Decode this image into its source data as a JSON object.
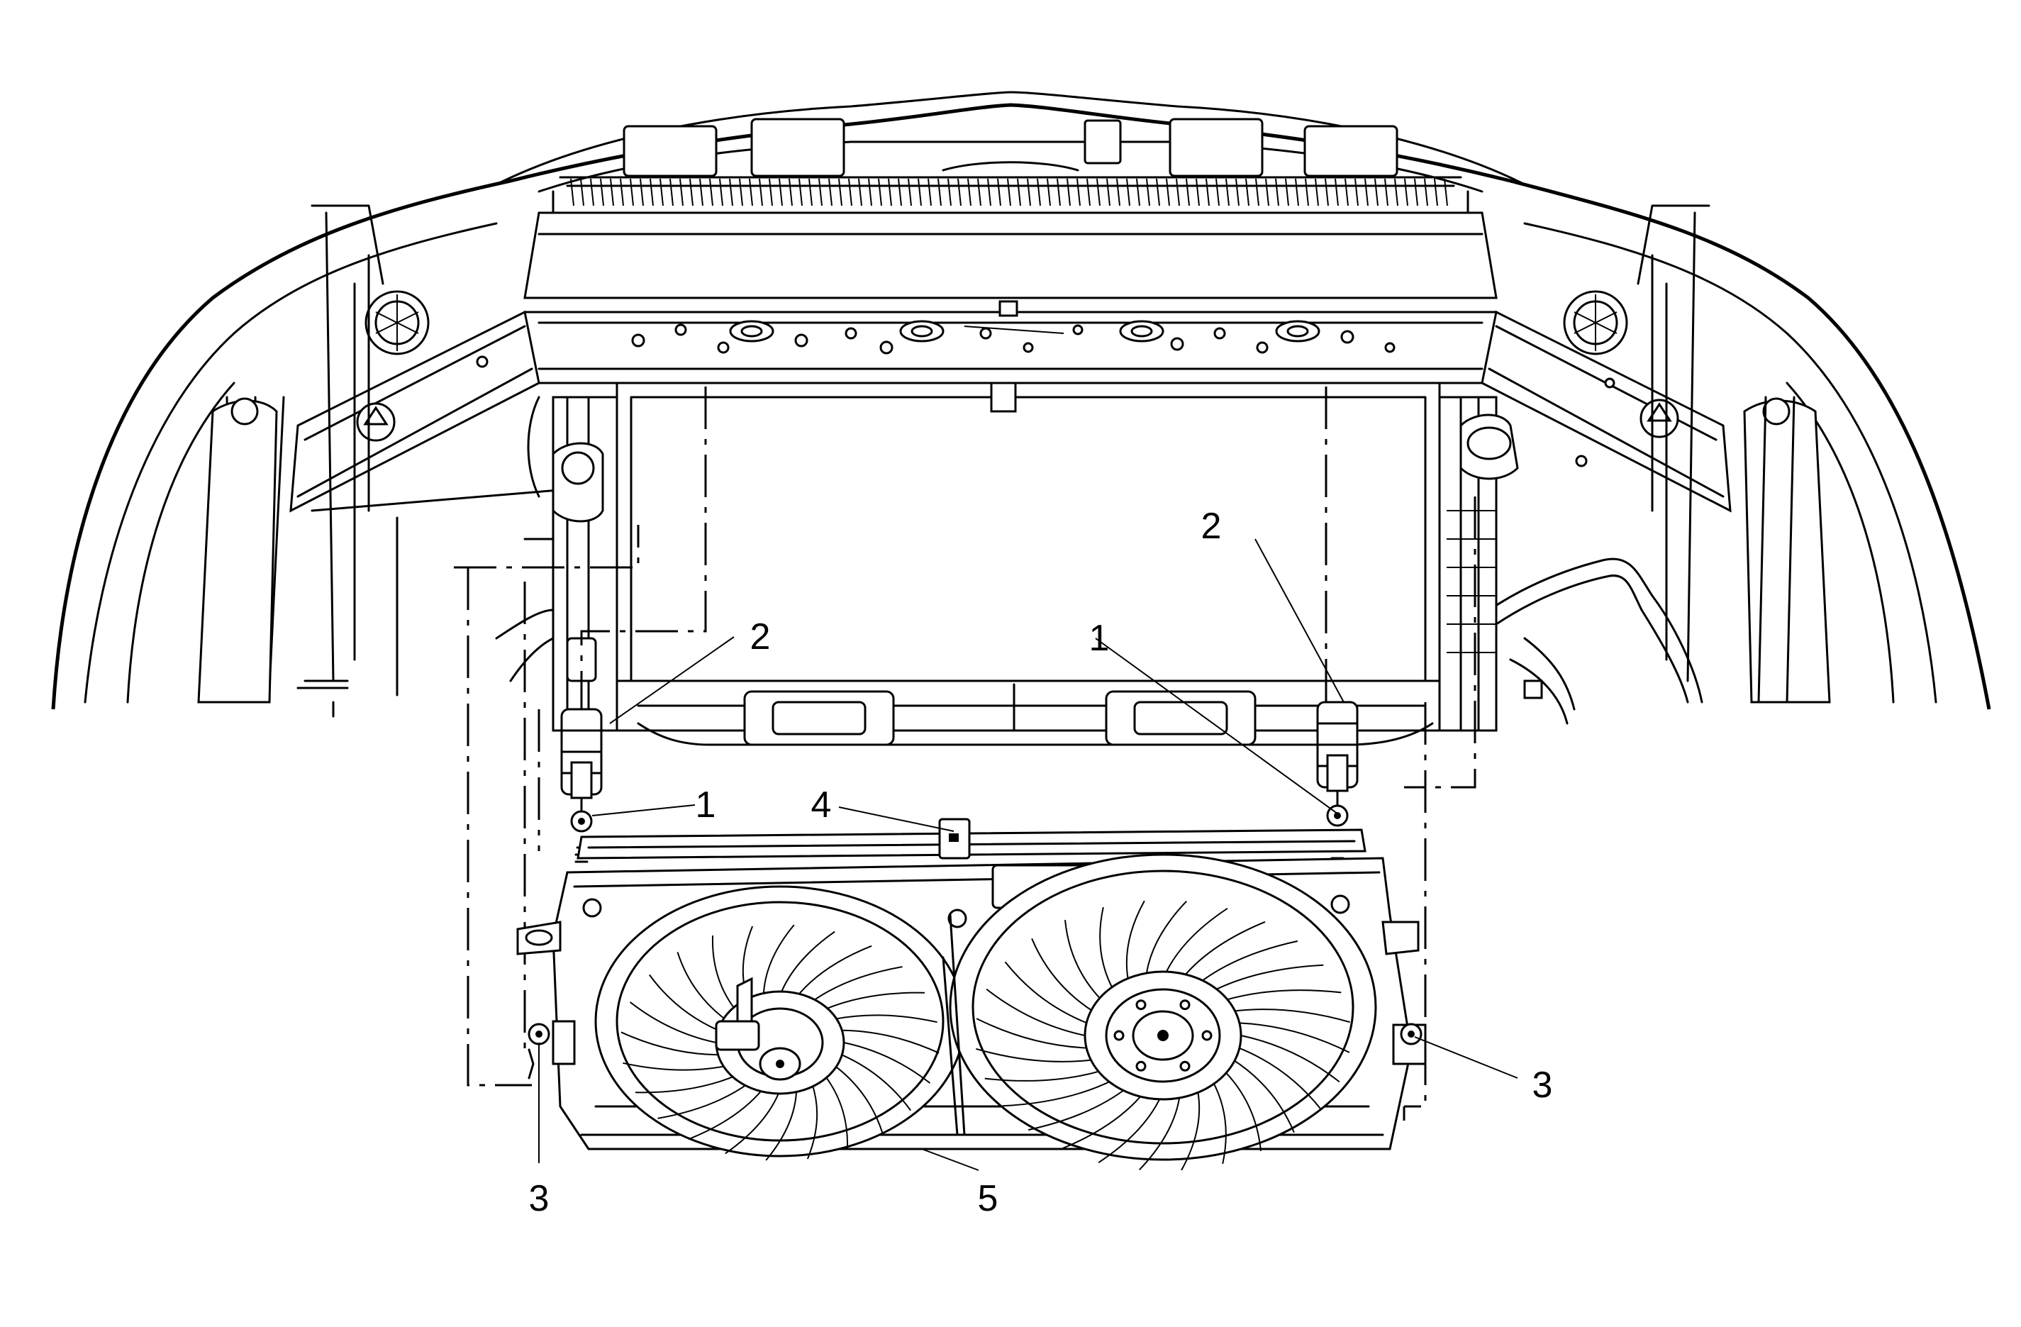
{
  "diagram": {
    "callouts": [
      {
        "id": "nut-left",
        "label": "1"
      },
      {
        "id": "nut-right",
        "label": "1"
      },
      {
        "id": "insulator-left",
        "label": "2"
      },
      {
        "id": "insulator-right",
        "label": "2"
      },
      {
        "id": "bolt-left",
        "label": "3"
      },
      {
        "id": "bolt-right",
        "label": "3"
      },
      {
        "id": "clip",
        "label": "4"
      },
      {
        "id": "fan-shroud",
        "label": "5"
      }
    ],
    "style": {
      "line_color": "#000000",
      "background": "#ffffff"
    }
  }
}
